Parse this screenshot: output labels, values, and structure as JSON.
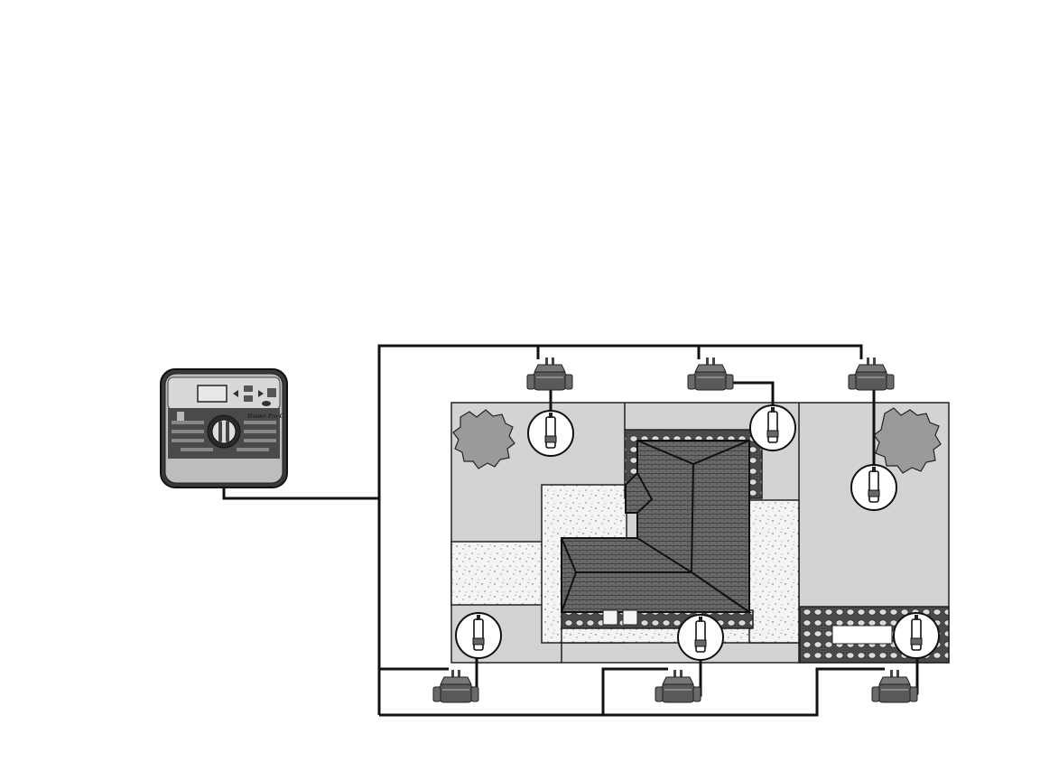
{
  "figure": {
    "description_text": "",
    "background": "#ffffff"
  },
  "controller": {
    "icon": "irrigation-controller-icon",
    "brand_label": "Hunter Pro-C",
    "dial_labels_left": [
      "",
      "",
      "",
      "",
      ""
    ],
    "dial_labels_right": [
      "",
      "",
      "",
      "",
      ""
    ]
  },
  "valves": [
    {
      "icon": "valve-icon",
      "id": "valve-top-left"
    },
    {
      "icon": "valve-icon",
      "id": "valve-top-center"
    },
    {
      "icon": "valve-icon",
      "id": "valve-top-right"
    },
    {
      "icon": "valve-icon",
      "id": "valve-bottom-left"
    },
    {
      "icon": "valve-icon",
      "id": "valve-bottom-center"
    },
    {
      "icon": "valve-icon",
      "id": "valve-bottom-right"
    }
  ],
  "sprinklers": [
    {
      "icon": "sprinkler-head-icon"
    },
    {
      "icon": "sprinkler-head-icon"
    },
    {
      "icon": "sprinkler-head-icon"
    },
    {
      "icon": "sprinkler-head-icon"
    },
    {
      "icon": "sprinkler-head-icon"
    },
    {
      "icon": "sprinkler-head-icon"
    }
  ],
  "colors": {
    "lawn": "#d3d3d5",
    "roof": "#666666",
    "wire": "#111111",
    "valve_body": "#555555",
    "tree": "#9a9a9a"
  }
}
